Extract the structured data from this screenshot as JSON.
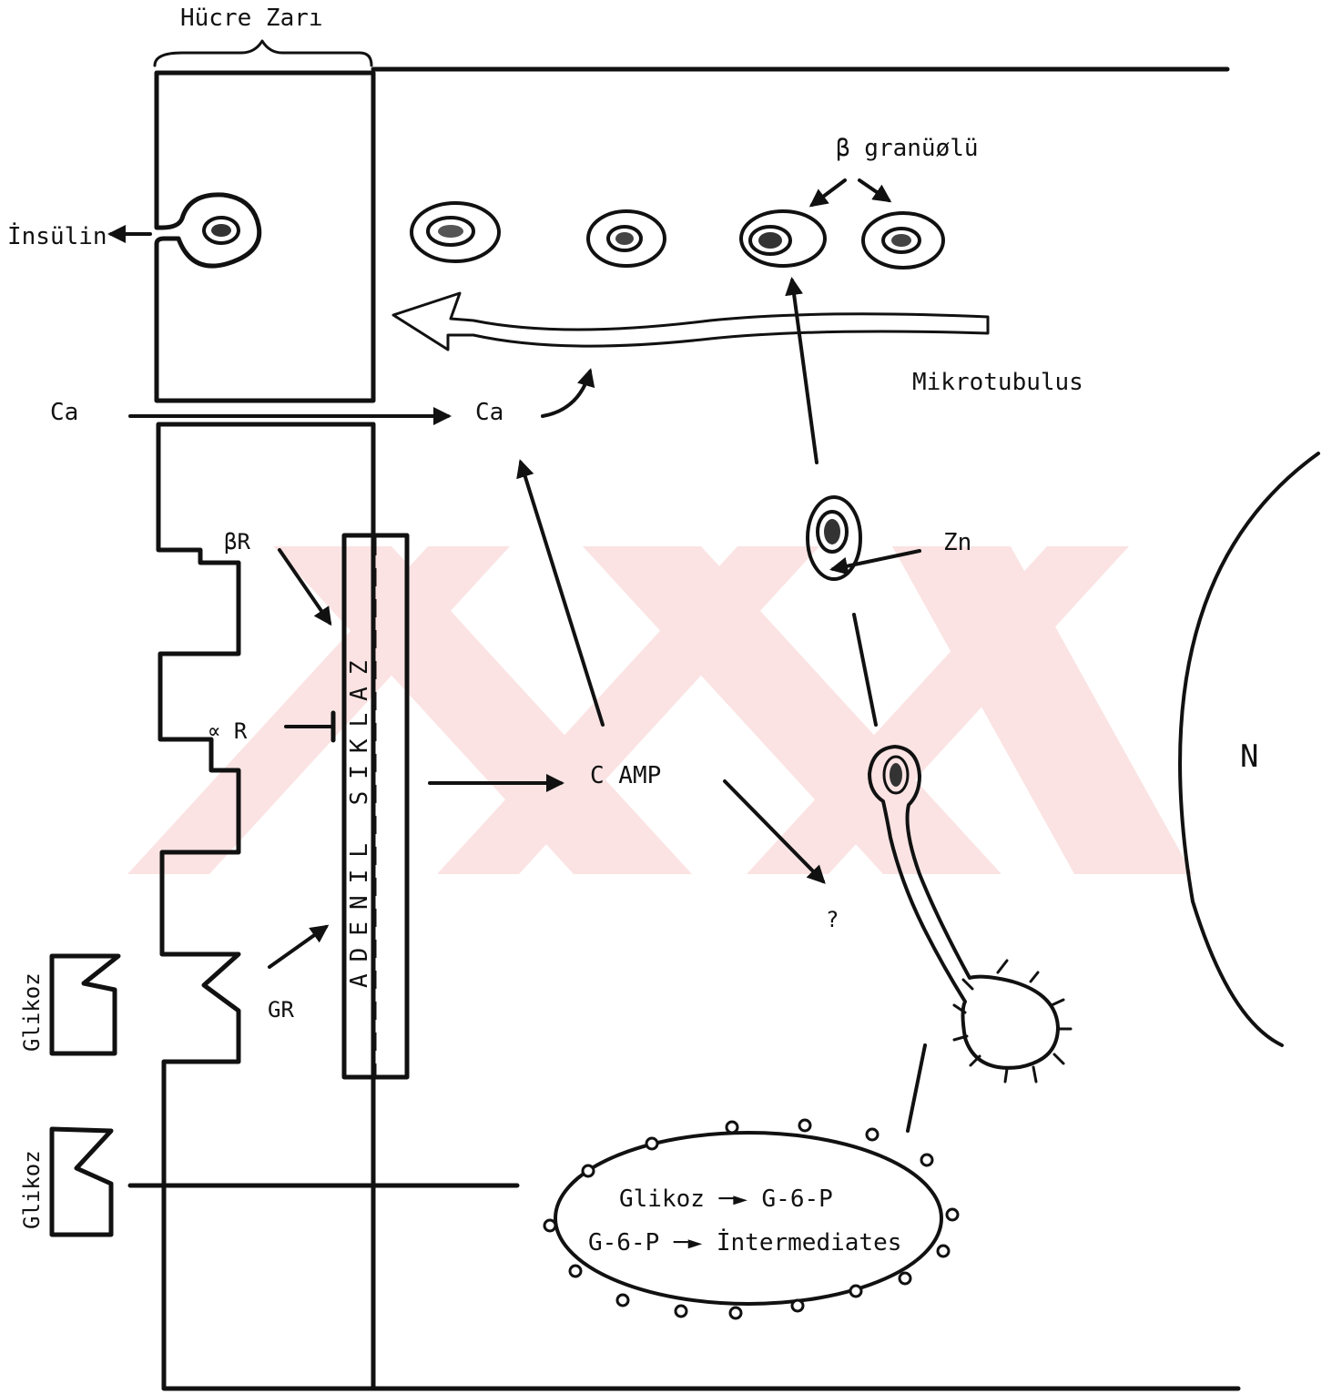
{
  "labels": {
    "membrane": "Hücre Zarı",
    "insulin": "İnsülin",
    "beta_granules": "β granüølü",
    "microtubule": "Mikrotubulus",
    "ca_outside": "Ca",
    "ca_inside": "Ca",
    "beta_receptor": "βR",
    "alpha_receptor": "∝ R",
    "glucose_receptor": "GR",
    "adenyl_cyclase": "ADENIL SIKLAZ",
    "camp": "C AMP",
    "unknown": "?",
    "zinc": "Zn",
    "nucleus": "N",
    "glucose_1": "Glikoz",
    "glucose_2": "Glikoz",
    "reaction_1": "Glikoz ─► G-6-P",
    "reaction_2": "G-6-P ─► İntermediates"
  },
  "colors": {
    "ink": "#111111",
    "watermark": "#fbe3e3",
    "paper": "#ffffff"
  }
}
